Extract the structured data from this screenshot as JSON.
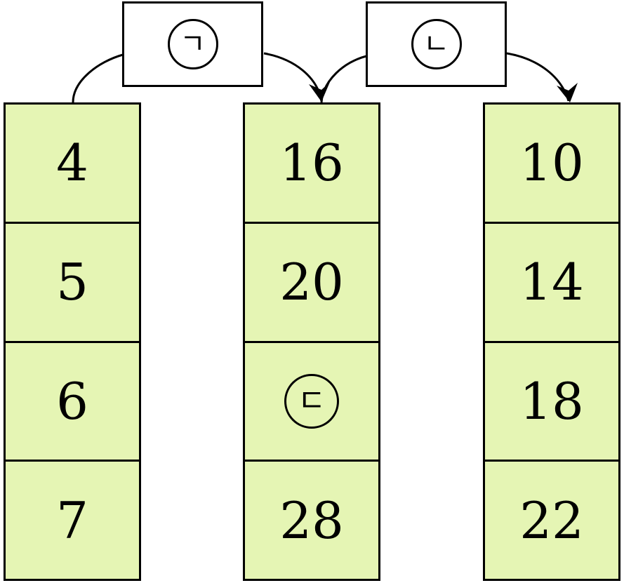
{
  "colors": {
    "cell_fill": "#e5f5b4",
    "stroke": "#000000"
  },
  "steps": [
    {
      "label": "ㄱ"
    },
    {
      "label": "ㄴ"
    }
  ],
  "columns": [
    {
      "cells": [
        "4",
        "5",
        "6",
        "7"
      ]
    },
    {
      "cells": [
        "16",
        "20",
        "ㄷ",
        "28"
      ]
    },
    {
      "cells": [
        "10",
        "14",
        "18",
        "22"
      ]
    }
  ]
}
